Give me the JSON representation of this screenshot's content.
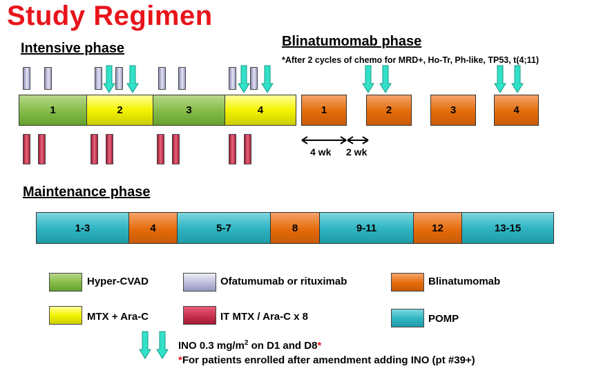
{
  "title": "Study Regimen",
  "intensive": {
    "heading": "Intensive phase",
    "cycles": [
      "1",
      "2",
      "3",
      "4"
    ]
  },
  "blina": {
    "heading": "Blinatumomab phase",
    "note": "*After 2 cycles of chemo for MRD+, Ho-Tr, Ph-like, TP53, t(4;11)",
    "cycles": [
      "1",
      "2",
      "3",
      "4"
    ],
    "gap_labels": [
      "4 wk",
      "2 wk"
    ]
  },
  "maintenance": {
    "heading": "Maintenance phase",
    "segments": [
      "1-3",
      "4",
      "5-7",
      "8",
      "9-11",
      "12",
      "13-15"
    ]
  },
  "legend": {
    "hyper_cvad": "Hyper-CVAD",
    "mtx_arac": "MTX + Ara-C",
    "ofatumumab": "Ofatumumab or rituximab",
    "it_mtx": "IT MTX / Ara-C x 8",
    "blinatumomab": "Blinatumomab",
    "pomp": "POMP",
    "ino_main": "INO 0.3 mg/m",
    "ino_sup": "2",
    "ino_tail": " on D1 and D8",
    "ino_star": "*",
    "footnote_star": "*",
    "footnote": "For patients enrolled after amendment adding INO (pt #39+)"
  },
  "colors": {
    "title_red": "#e8141b",
    "hyper_cvad": "#8cc050",
    "mtx_arac": "#f4f400",
    "blinatumomab": "#e46c0a",
    "pomp": "#31b6c4",
    "ofatumumab": "#c8c8e0",
    "it_mtx": "#c8304e",
    "ino_arrow": "#33e0c8"
  }
}
